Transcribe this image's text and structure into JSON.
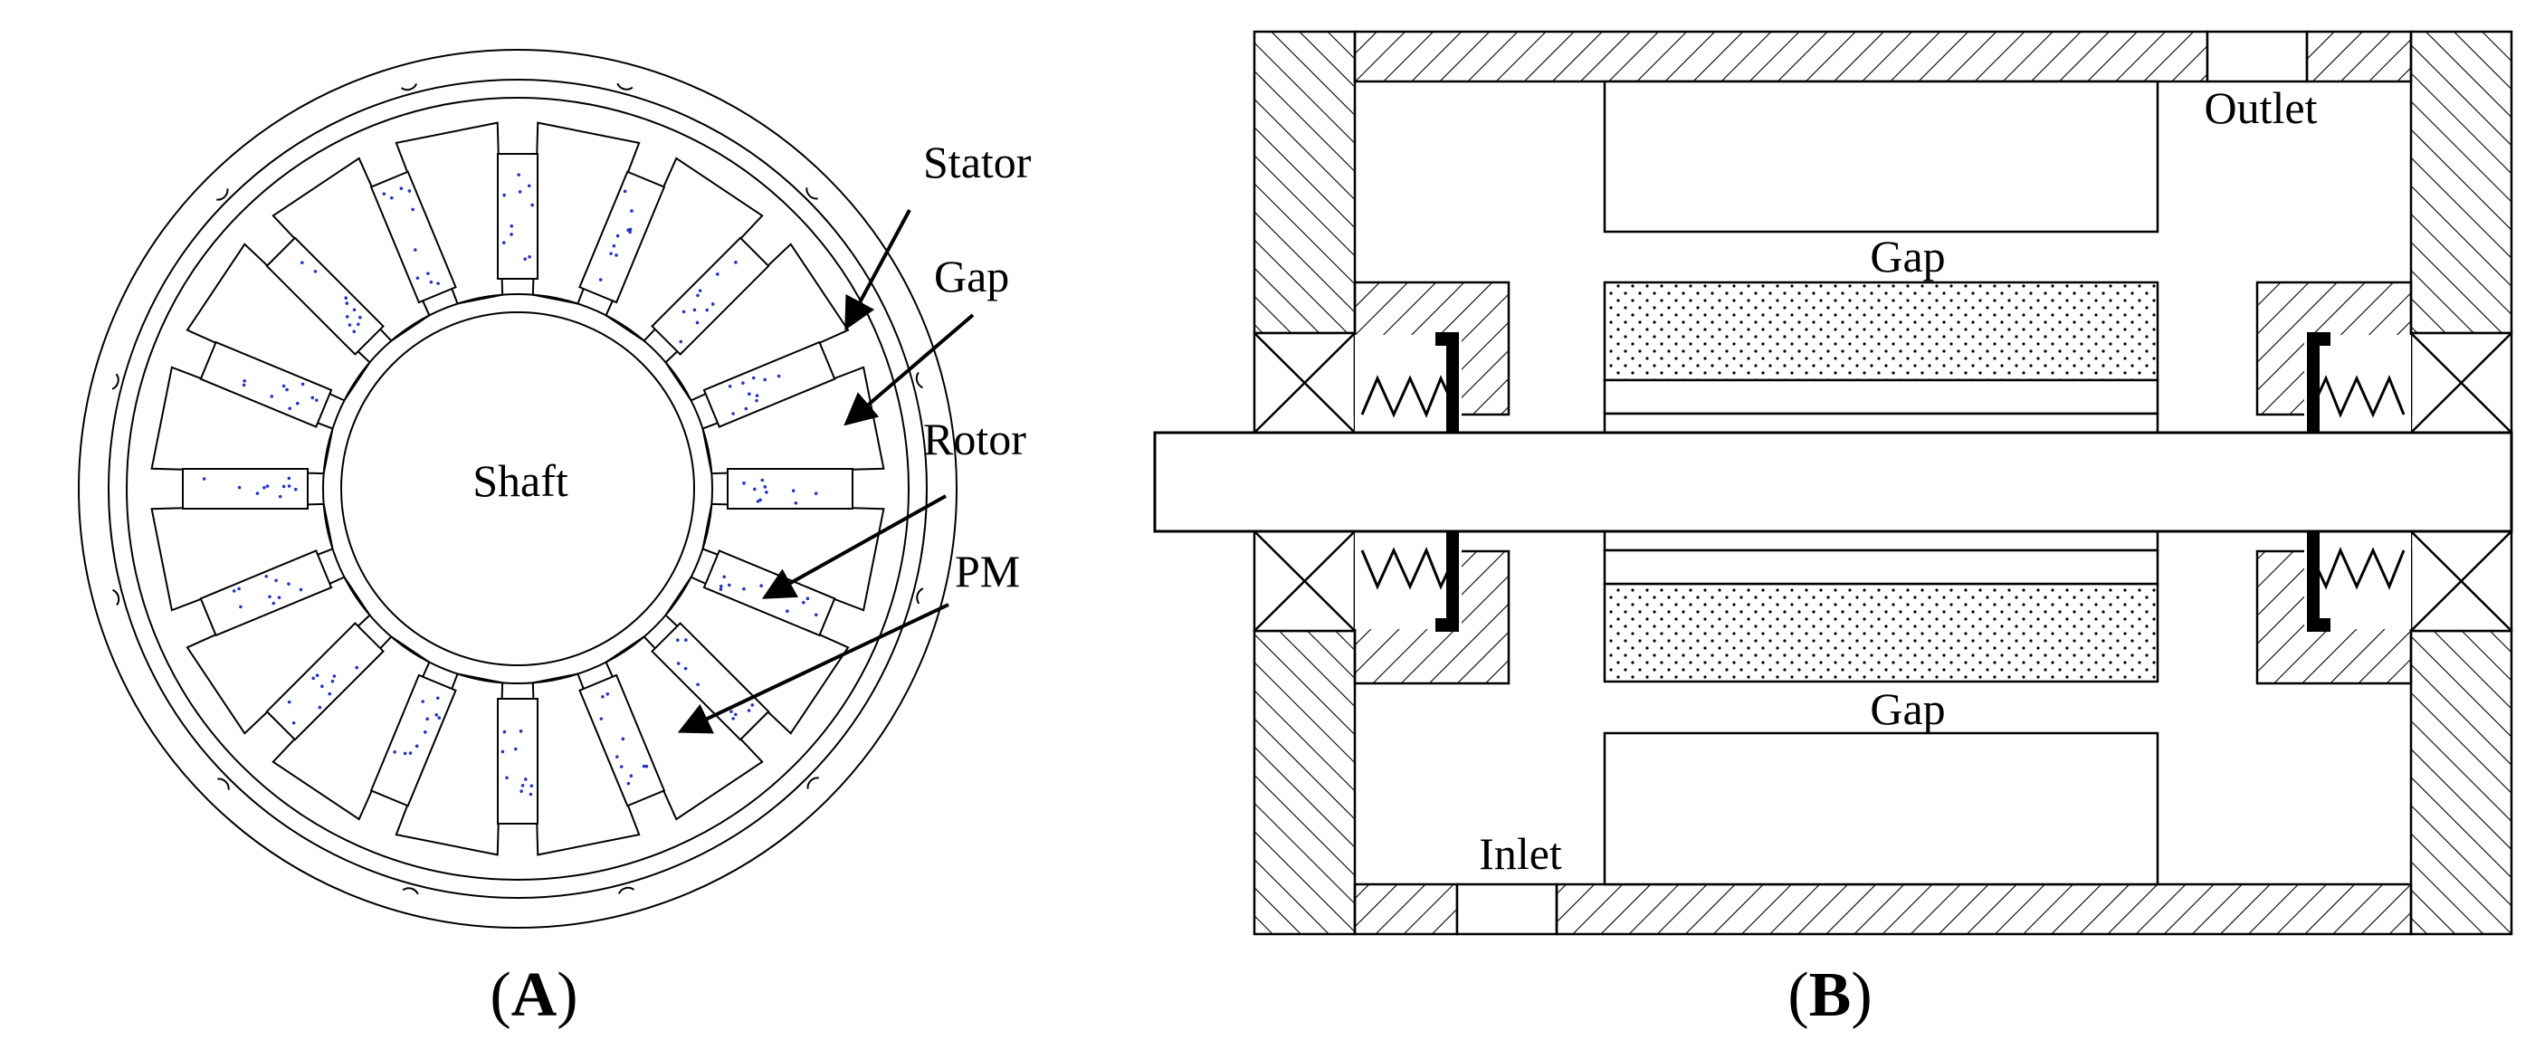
{
  "panel_a": {
    "caption_open": "(",
    "caption_letter": "A",
    "caption_close": ")",
    "labels": {
      "stator": "Stator",
      "gap": "Gap",
      "rotor": "Rotor",
      "pm": "PM",
      "shaft": "Shaft"
    }
  },
  "panel_b": {
    "caption_open": "(",
    "caption_letter": "B",
    "caption_close": ")",
    "labels": {
      "outlet": "Outlet",
      "inlet": "Inlet",
      "gap_top": "Gap",
      "gap_bottom": "Gap"
    }
  },
  "colors": {
    "line": "#000000",
    "pm_speckle": "#2233cc",
    "background": "#ffffff"
  }
}
